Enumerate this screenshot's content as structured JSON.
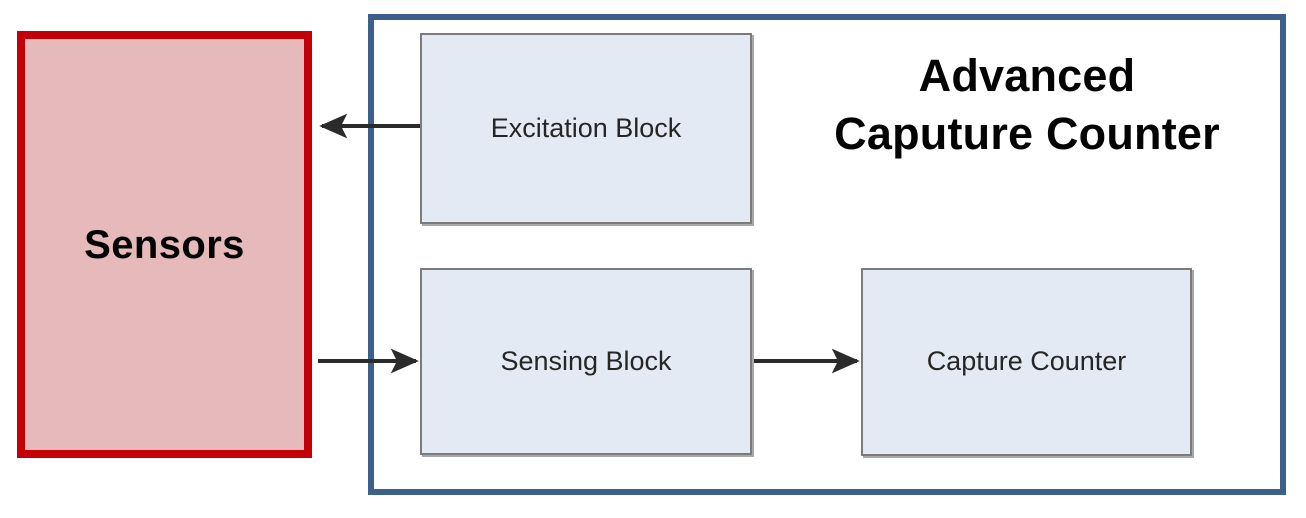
{
  "diagram": {
    "title": "Advanced Caputure Counter",
    "external_block": {
      "name": "sensors",
      "label": "Sensors",
      "fill_color": "#e6b9bb",
      "border_color": "#c30008"
    },
    "system": {
      "name": "advanced-caputure-counter",
      "title_lines": [
        "Advanced",
        "Caputure Counter"
      ],
      "border_color": "#3d5f8c",
      "fill_color": "#ffffff",
      "blocks": [
        {
          "name": "excitation-block",
          "label": "Excitation Block",
          "fill_color": "#e4eaf4",
          "border_color": "#7b7b7b"
        },
        {
          "name": "sensing-block",
          "label": "Sensing Block",
          "fill_color": "#e4eaf4",
          "border_color": "#7b7b7b"
        },
        {
          "name": "capture-counter-block",
          "label": "Capture Counter",
          "fill_color": "#e4eaf4",
          "border_color": "#7b7b7b"
        }
      ]
    },
    "connectors": [
      {
        "name": "excitation-to-sensors",
        "from": "Excitation Block",
        "to": "Sensors",
        "direction": "left",
        "color": "#2b2b2b"
      },
      {
        "name": "sensors-to-sensing",
        "from": "Sensors",
        "to": "Sensing Block",
        "direction": "right",
        "color": "#2b2b2b"
      },
      {
        "name": "sensing-to-capture-counter",
        "from": "Sensing Block",
        "to": "Capture Counter",
        "direction": "right",
        "color": "#2b2b2b"
      }
    ]
  }
}
